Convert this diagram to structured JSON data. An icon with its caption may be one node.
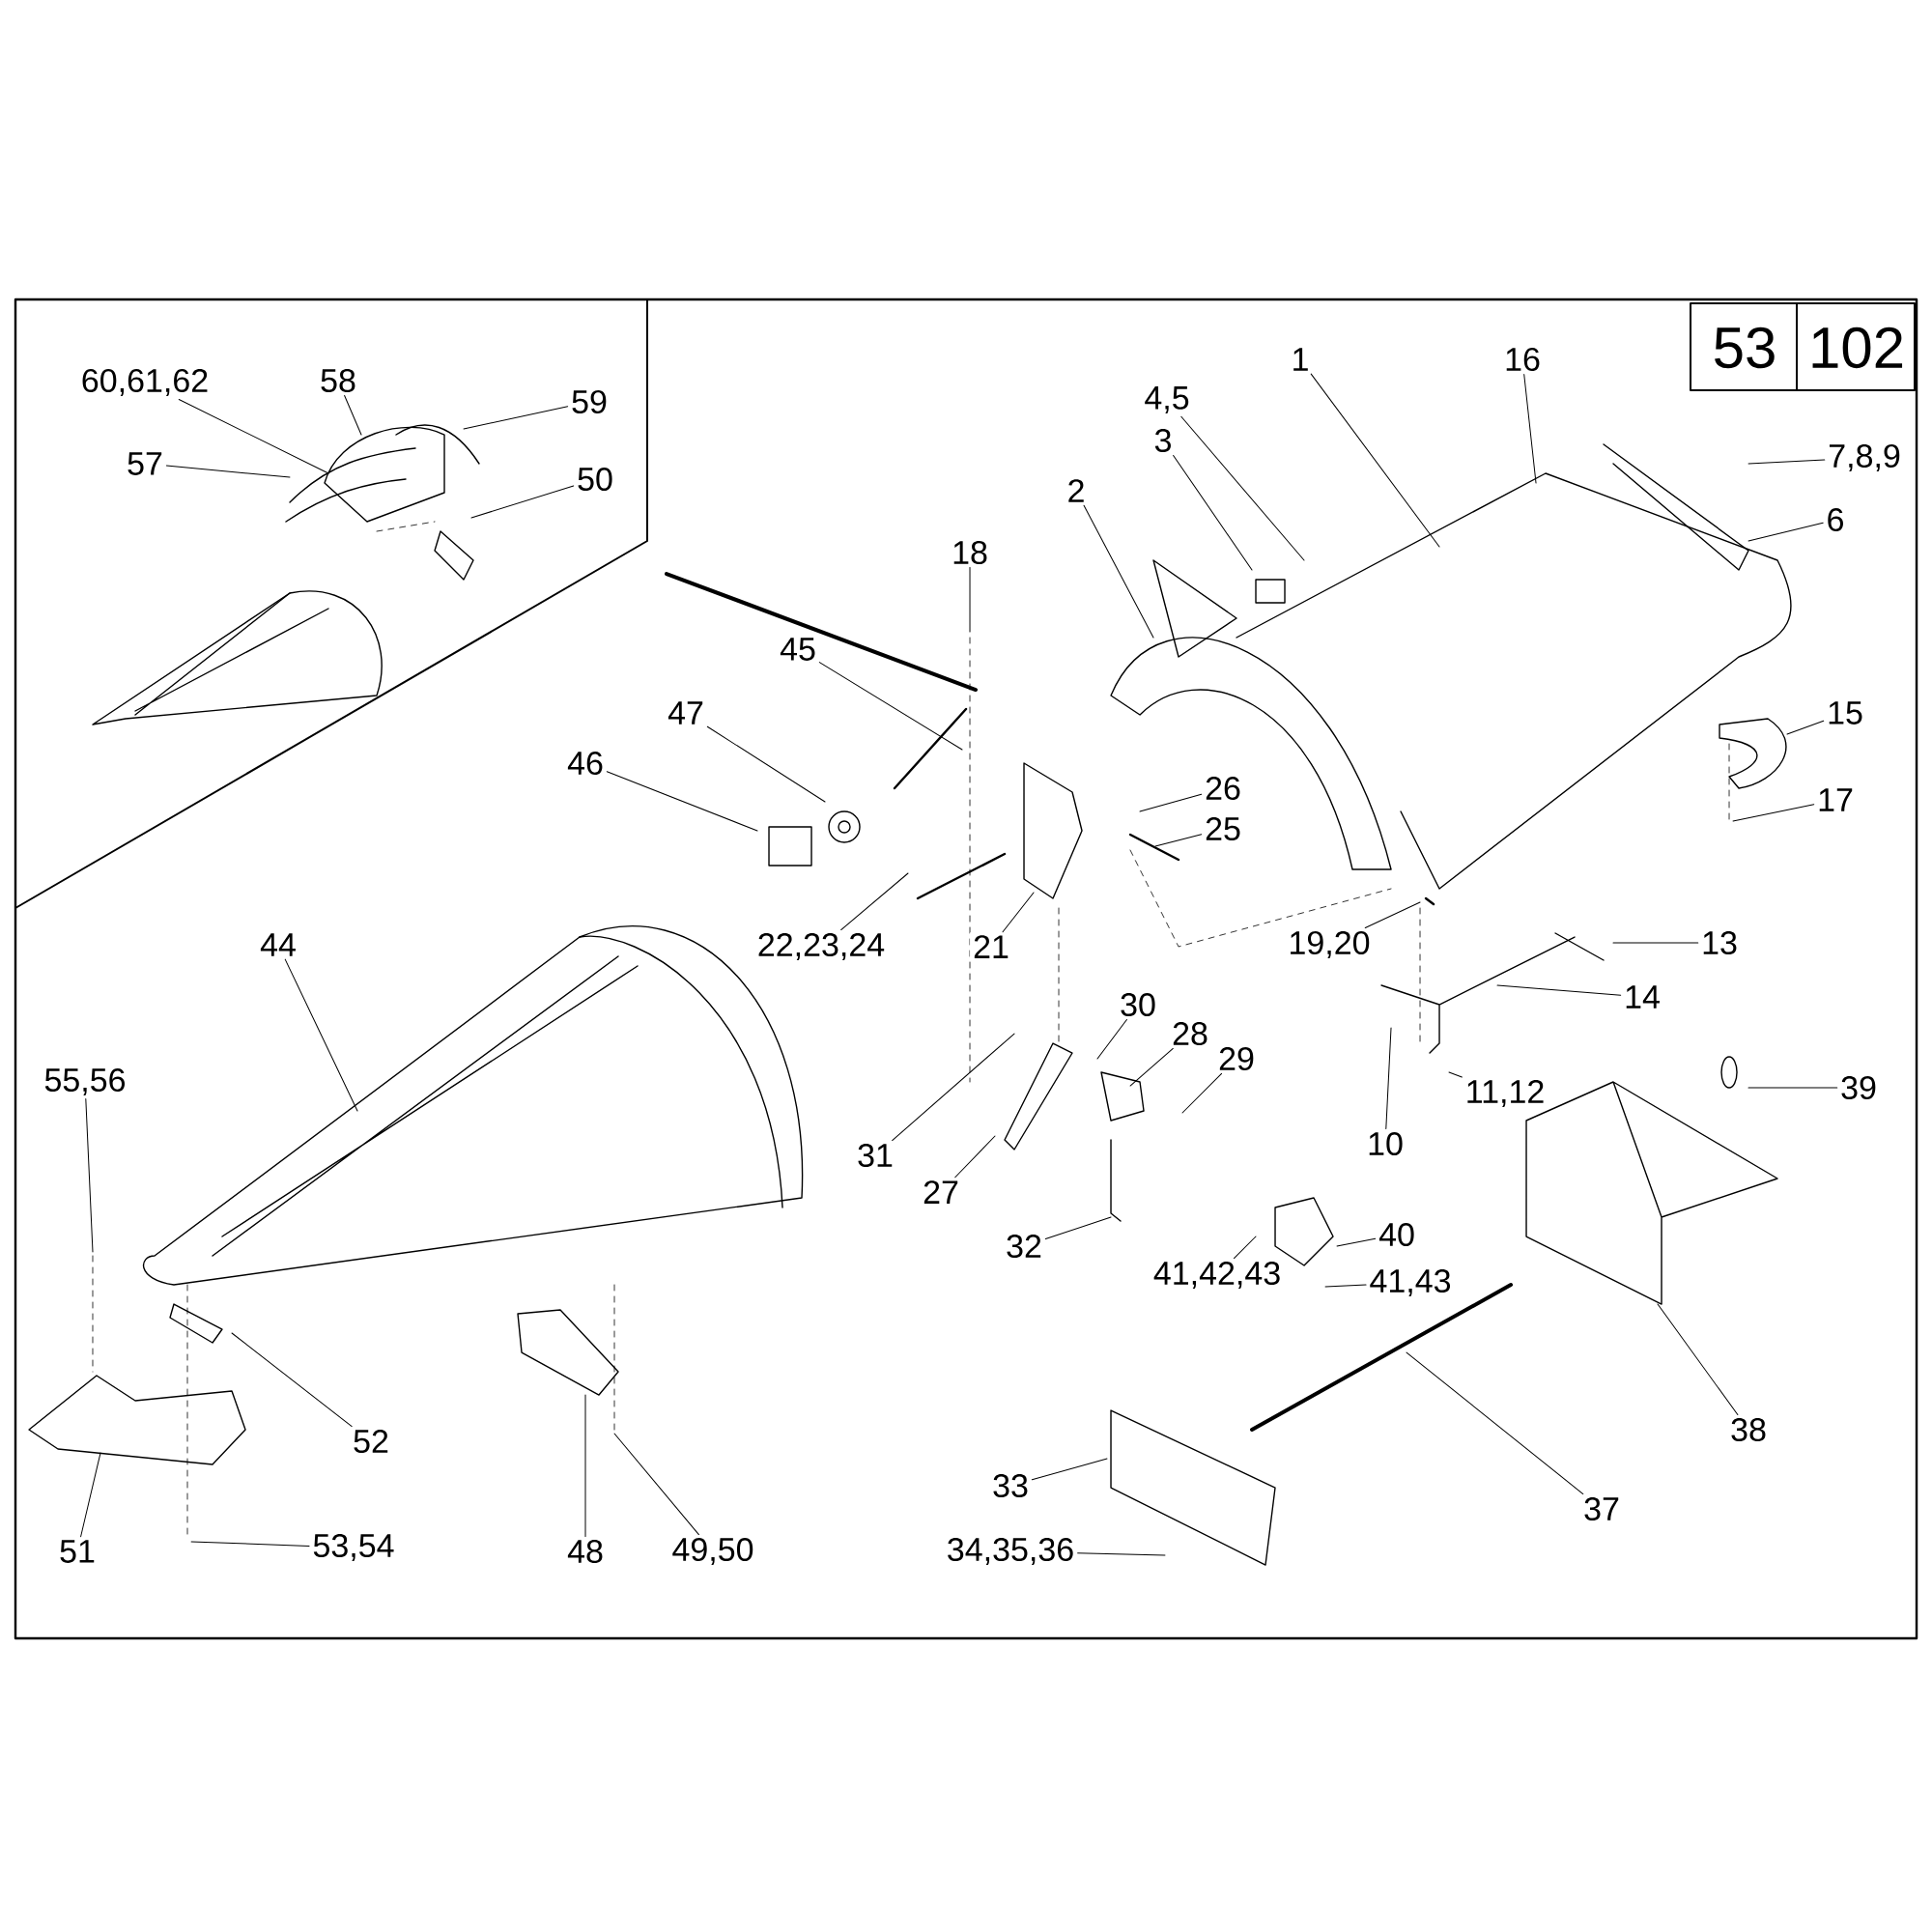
{
  "diagram": {
    "nodes": [
      {
        "text": [
          "60,61,62"
        ]
      },
      {
        "text": [
          "58"
        ]
      },
      {
        "text": [
          "59"
        ]
      },
      {
        "text": [
          "57"
        ]
      },
      {
        "text": [
          "50"
        ]
      },
      {
        "text": [
          "1"
        ]
      },
      {
        "text": [
          "16"
        ]
      },
      {
        "text": [
          "4,5"
        ]
      },
      {
        "text": [
          "3"
        ]
      },
      {
        "text": [
          "7,8,9"
        ]
      },
      {
        "text": [
          "2"
        ]
      },
      {
        "text": [
          "6"
        ]
      },
      {
        "text": [
          "18"
        ]
      },
      {
        "text": [
          "45"
        ]
      },
      {
        "text": [
          "47"
        ]
      },
      {
        "text": [
          "15"
        ]
      },
      {
        "text": [
          "46"
        ]
      },
      {
        "text": [
          "26"
        ]
      },
      {
        "text": [
          "25"
        ]
      },
      {
        "text": [
          "17"
        ]
      },
      {
        "text": [
          "22,23,24"
        ]
      },
      {
        "text": [
          "21"
        ]
      },
      {
        "text": [
          "19,20"
        ]
      },
      {
        "text": [
          "13"
        ]
      },
      {
        "text": [
          "44"
        ]
      },
      {
        "text": [
          "14"
        ]
      },
      {
        "text": [
          "30"
        ]
      },
      {
        "text": [
          "28"
        ]
      },
      {
        "text": [
          "29"
        ]
      },
      {
        "text": [
          "55,56"
        ]
      },
      {
        "text": [
          "11,12"
        ]
      },
      {
        "text": [
          "39"
        ]
      },
      {
        "text": [
          "31"
        ]
      },
      {
        "text": [
          "27"
        ]
      },
      {
        "text": [
          "10"
        ]
      },
      {
        "text": [
          "32"
        ]
      },
      {
        "text": [
          "40"
        ]
      },
      {
        "text": [
          "41,42,43"
        ]
      },
      {
        "text": [
          "41,43"
        ]
      },
      {
        "text": [
          "52"
        ]
      },
      {
        "text": [
          "38"
        ]
      },
      {
        "text": [
          "33"
        ]
      },
      {
        "text": [
          "37"
        ]
      },
      {
        "text": [
          "51"
        ]
      },
      {
        "text": [
          "53,54"
        ]
      },
      {
        "text": [
          "48"
        ]
      },
      {
        "text": [
          "49,50"
        ]
      },
      {
        "text": [
          "34,35,36"
        ]
      }
    ],
    "edges": [
      {
        "from": 0,
        "to": null,
        "arrow": "none"
      },
      {
        "from": 1,
        "to": null,
        "arrow": "none"
      },
      {
        "from": 2,
        "to": null,
        "arrow": "none"
      },
      {
        "from": 3,
        "to": null,
        "arrow": "none"
      },
      {
        "from": 4,
        "to": null,
        "arrow": "none"
      },
      {
        "from": 5,
        "to": null,
        "arrow": "none"
      },
      {
        "from": 6,
        "to": null,
        "arrow": "none"
      },
      {
        "from": 7,
        "to": null,
        "arrow": "none"
      },
      {
        "from": 8,
        "to": null,
        "arrow": "none"
      },
      {
        "from": 9,
        "to": null,
        "arrow": "none"
      },
      {
        "from": 10,
        "to": null,
        "arrow": "none"
      },
      {
        "from": 11,
        "to": null,
        "arrow": "none"
      },
      {
        "from": 12,
        "to": null,
        "arrow": "none"
      },
      {
        "from": 13,
        "to": null,
        "arrow": "none"
      },
      {
        "from": 14,
        "to": null,
        "arrow": "none"
      },
      {
        "from": 15,
        "to": null,
        "arrow": "none"
      },
      {
        "from": 16,
        "to": null,
        "arrow": "none"
      },
      {
        "from": 17,
        "to": null,
        "arrow": "none"
      },
      {
        "from": 18,
        "to": null,
        "arrow": "none"
      },
      {
        "from": 19,
        "to": null,
        "arrow": "none"
      },
      {
        "from": 20,
        "to": null,
        "arrow": "none"
      },
      {
        "from": 21,
        "to": null,
        "arrow": "none"
      },
      {
        "from": 22,
        "to": null,
        "arrow": "none"
      },
      {
        "from": 23,
        "to": null,
        "arrow": "none"
      },
      {
        "from": 24,
        "to": null,
        "arrow": "none"
      },
      {
        "from": 25,
        "to": null,
        "arrow": "none"
      },
      {
        "from": 26,
        "to": null,
        "arrow": "none"
      },
      {
        "from": 27,
        "to": null,
        "arrow": "none"
      },
      {
        "from": 28,
        "to": null,
        "arrow": "none"
      },
      {
        "from": 29,
        "to": null,
        "arrow": "none"
      },
      {
        "from": 30,
        "to": null,
        "arrow": "none"
      },
      {
        "from": 31,
        "to": null,
        "arrow": "none"
      },
      {
        "from": 32,
        "to": null,
        "arrow": "none"
      },
      {
        "from": 33,
        "to": null,
        "arrow": "none"
      },
      {
        "from": 34,
        "to": null,
        "arrow": "none"
      },
      {
        "from": 35,
        "to": null,
        "arrow": "none"
      },
      {
        "from": 36,
        "to": null,
        "arrow": "none"
      },
      {
        "from": 37,
        "to": null,
        "arrow": "none"
      },
      {
        "from": 38,
        "to": null,
        "arrow": "none"
      },
      {
        "from": 39,
        "to": null,
        "arrow": "none"
      },
      {
        "from": 40,
        "to": null,
        "arrow": "none"
      },
      {
        "from": 41,
        "to": null,
        "arrow": "none"
      },
      {
        "from": 42,
        "to": null,
        "arrow": "none"
      },
      {
        "from": 43,
        "to": null,
        "arrow": "none"
      },
      {
        "from": 44,
        "to": null,
        "arrow": "none"
      },
      {
        "from": 45,
        "to": null,
        "arrow": "none"
      },
      {
        "from": 46,
        "to": null,
        "arrow": "none"
      },
      {
        "from": 47,
        "to": null,
        "arrow": "none"
      }
    ],
    "labels": [
      "53",
      "102"
    ]
  }
}
